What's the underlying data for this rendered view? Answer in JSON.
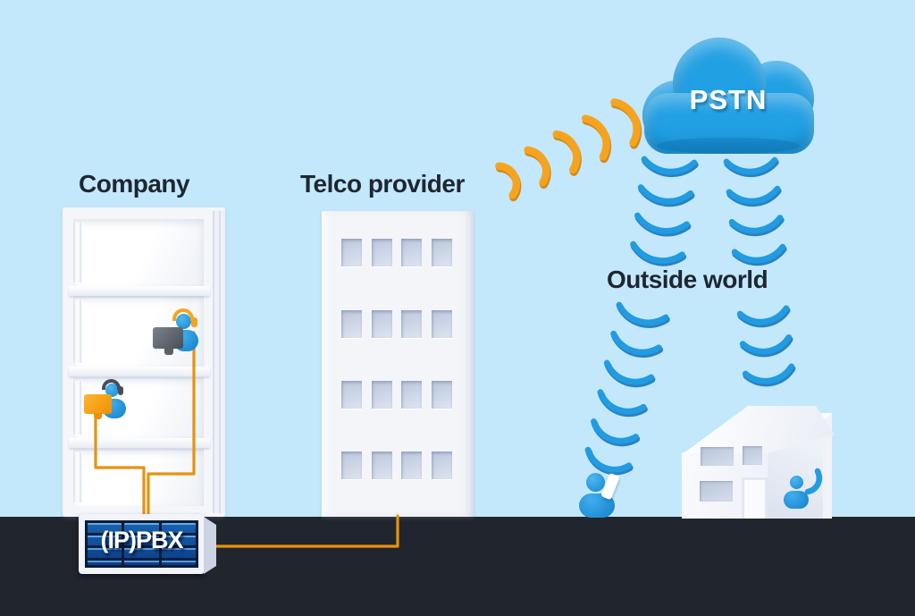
{
  "figure": {
    "type": "telephony-network-diagram",
    "labels": {
      "company": "Company",
      "telco": "Telco provider",
      "pstn": "PSTN",
      "outside_world": "Outside world",
      "pbx": "(IP)PBX"
    },
    "colors": {
      "bg": "#c4e8fb",
      "ground": "#21252d",
      "ink": "#1d2733",
      "blue": "#219be2",
      "blue-dark": "#0f6fb4",
      "orange": "#f6a41f",
      "orange-dark": "#d07f06",
      "cable": "#e8920f",
      "pbx-navy": "#0a1c38"
    }
  }
}
